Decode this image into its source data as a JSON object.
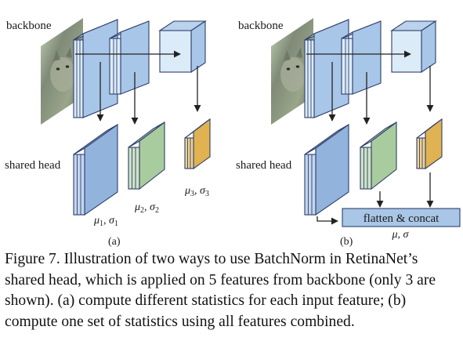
{
  "panels": {
    "a": {
      "backbone_label": "backbone",
      "head_label": "shared head",
      "stat1_mu": "μ",
      "stat1_sub": "1",
      "stat1_sigma": "σ",
      "stat1_sub2": "1",
      "stat2_mu": "μ",
      "stat2_sub": "2",
      "stat2_sigma": "σ",
      "stat2_sub2": "2",
      "stat3_mu": "μ",
      "stat3_sub": "3",
      "stat3_sigma": "σ",
      "stat3_sub2": "3",
      "sublabel": "(a)"
    },
    "b": {
      "backbone_label": "backbone",
      "head_label": "shared head",
      "concat_label": "flatten & concat",
      "stat_label": "μ, σ",
      "sublabel": "(b)"
    }
  },
  "caption": "Figure 7. Illustration of two ways to use BatchNorm in RetinaNet’s shared head, which is applied on 5 features from backbone (only 3 are shown). (a) compute different statistics for each input feature; (b) compute one set of statistics using all features combined.",
  "colors": {
    "backbone_face": "#dcebf8",
    "backbone_side": "#b9d3ec",
    "head1": "#92b3dc",
    "head2": "#a9cc9e",
    "head3": "#e0b252",
    "concat_box": "#a9c6e6",
    "stroke": "#2e3f6c"
  }
}
